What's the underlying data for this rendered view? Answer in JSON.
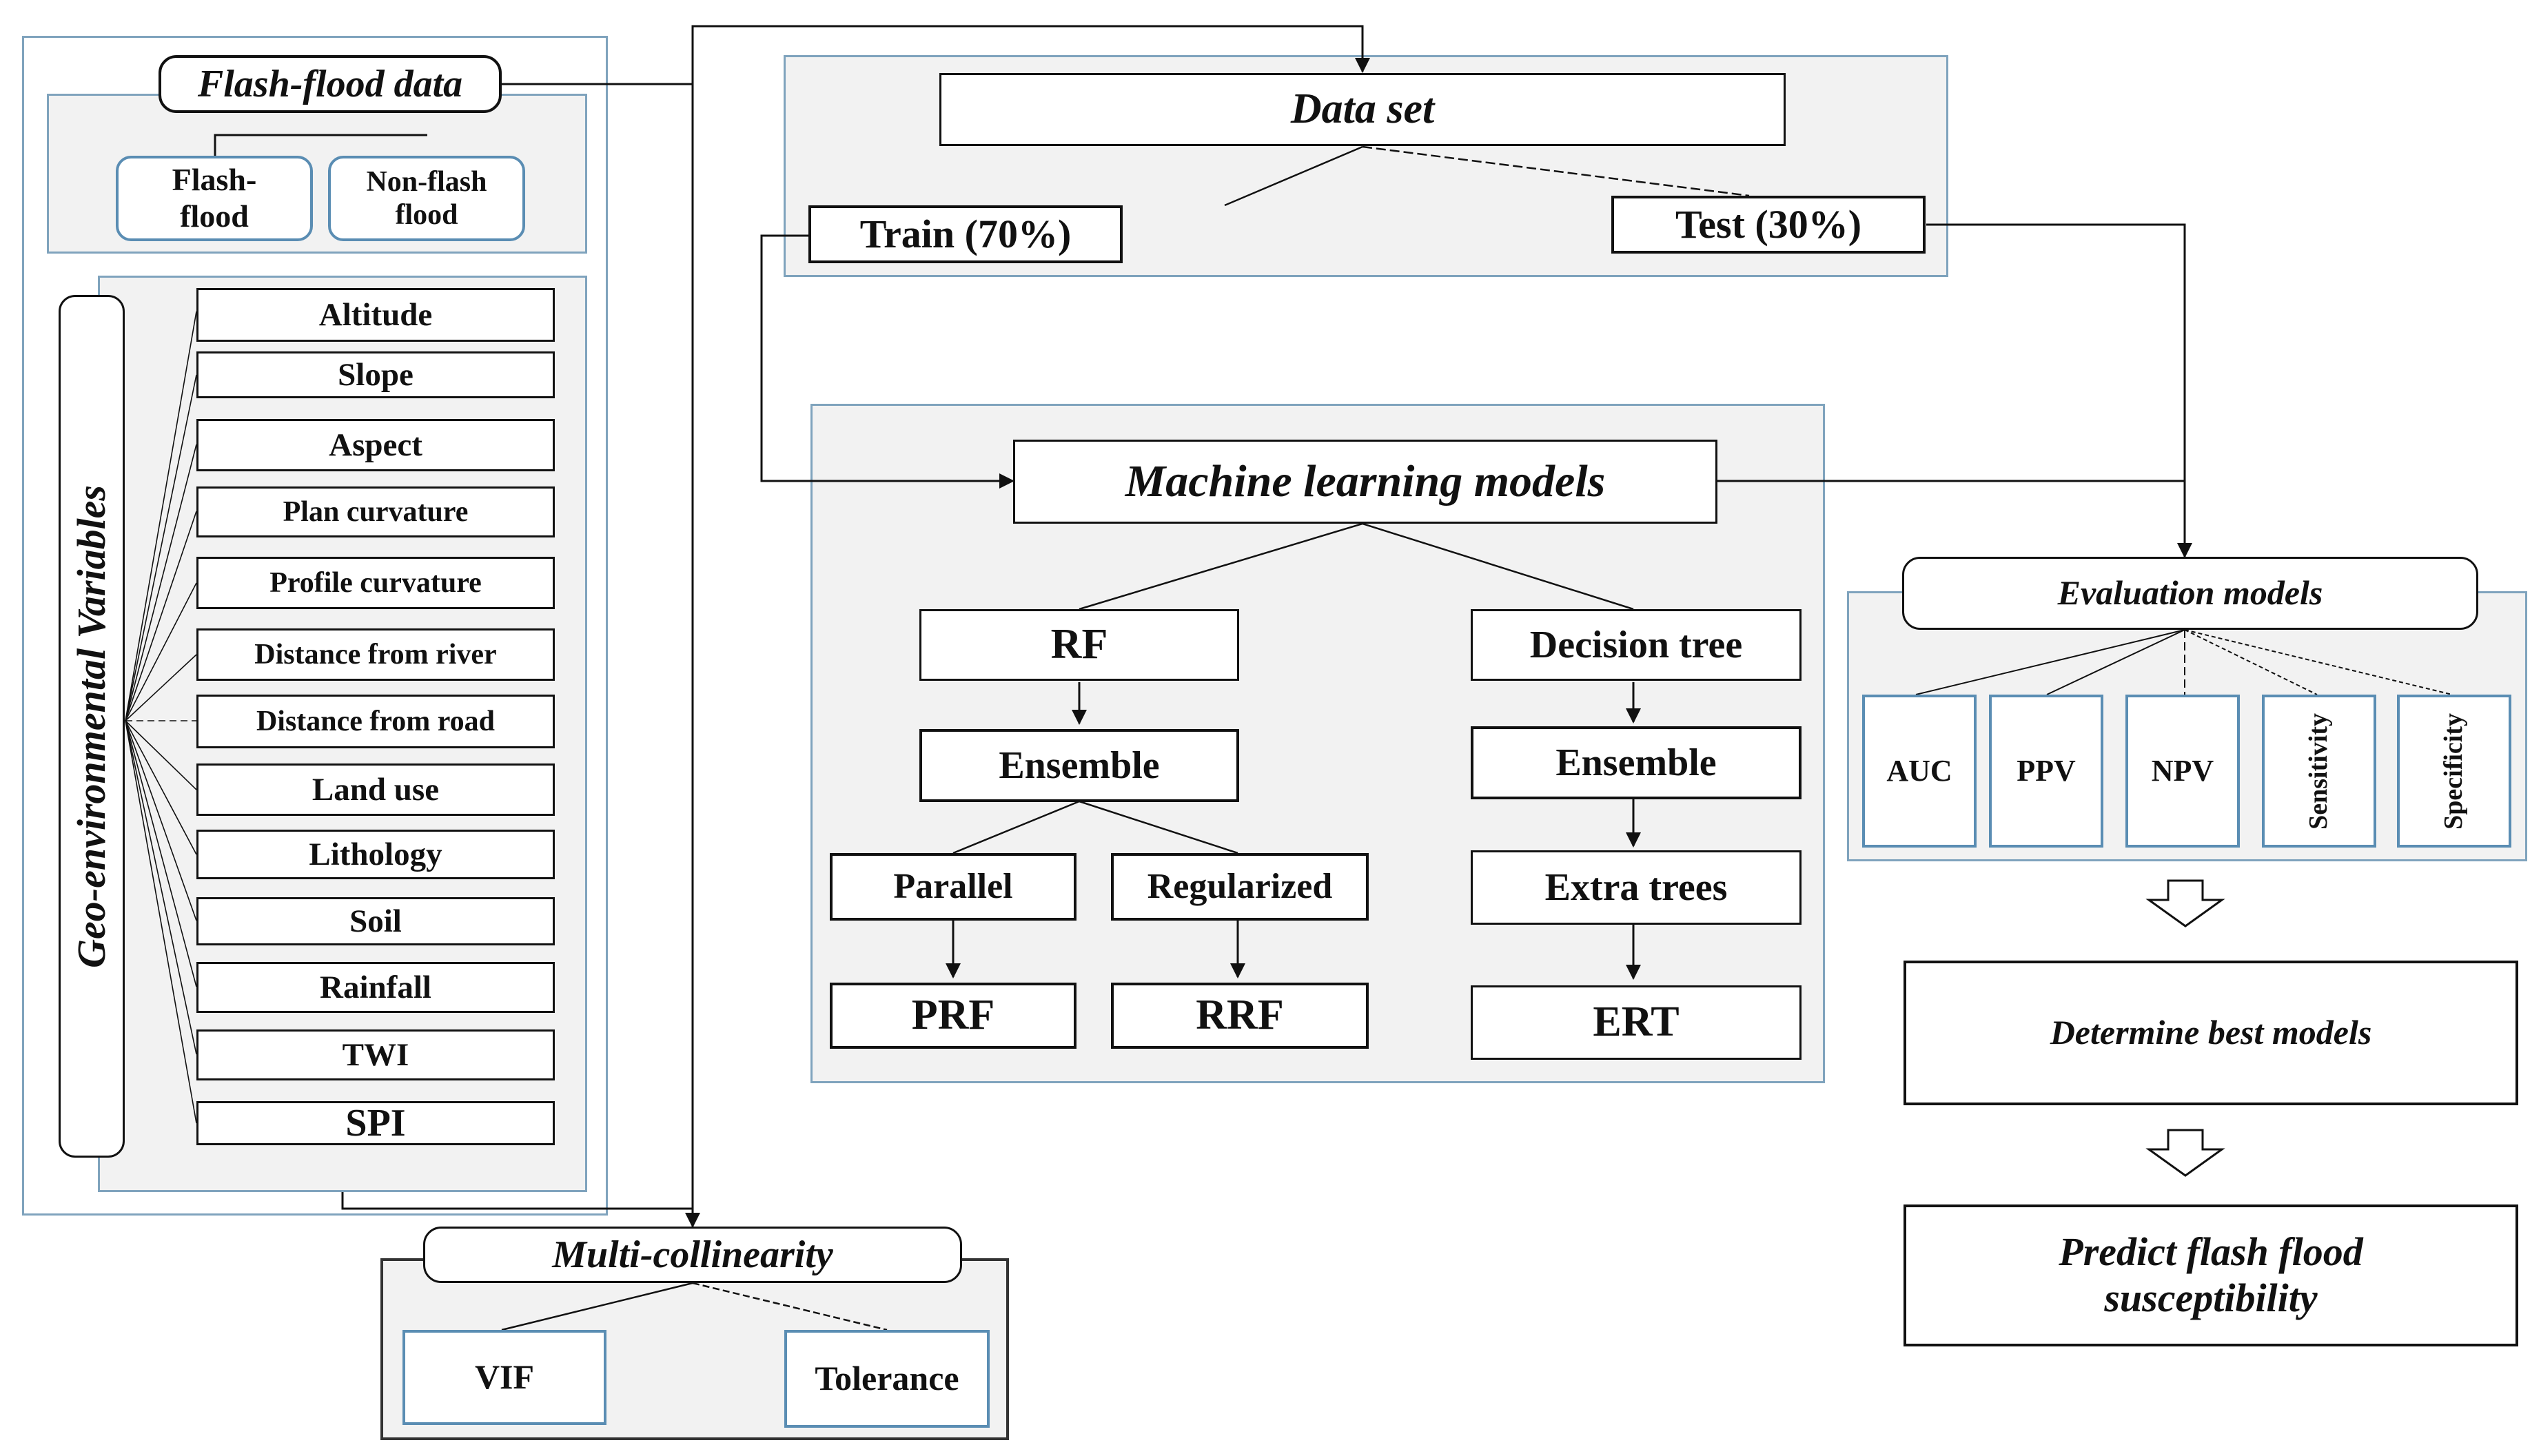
{
  "flash_flood": {
    "title": "Flash-flood data",
    "flood_label": "Flash-\nflood",
    "nonflood_label": "Non-flash\nflood"
  },
  "geo": {
    "title": "Geo-environmental Variables",
    "variables": [
      "Altitude",
      "Slope",
      "Aspect",
      "Plan curvature",
      "Profile curvature",
      "Distance from river",
      "Distance from road",
      "Land use",
      "Lithology",
      "Soil",
      "Rainfall",
      "TWI",
      "SPI"
    ]
  },
  "multicollinearity": {
    "title": "Multi-collinearity",
    "vif": "VIF",
    "tolerance": "Tolerance"
  },
  "dataset": {
    "title": "Data set",
    "train": "Train (70%)",
    "test": "Test (30%)"
  },
  "ml": {
    "title": "Machine learning models",
    "rf": "RF",
    "decision_tree": "Decision tree",
    "ensemble_left": "Ensemble",
    "ensemble_right": "Ensemble",
    "parallel": "Parallel",
    "regularized": "Regularized",
    "extra_trees": "Extra trees",
    "prf": "PRF",
    "rrf": "RRF",
    "ert": "ERT"
  },
  "evaluation": {
    "title": "Evaluation models",
    "metrics": [
      "AUC",
      "PPV",
      "NPV",
      "Sensitivity",
      "Specificity"
    ]
  },
  "best_models": "Determine best models",
  "predict": "Predict flash flood susceptibility"
}
